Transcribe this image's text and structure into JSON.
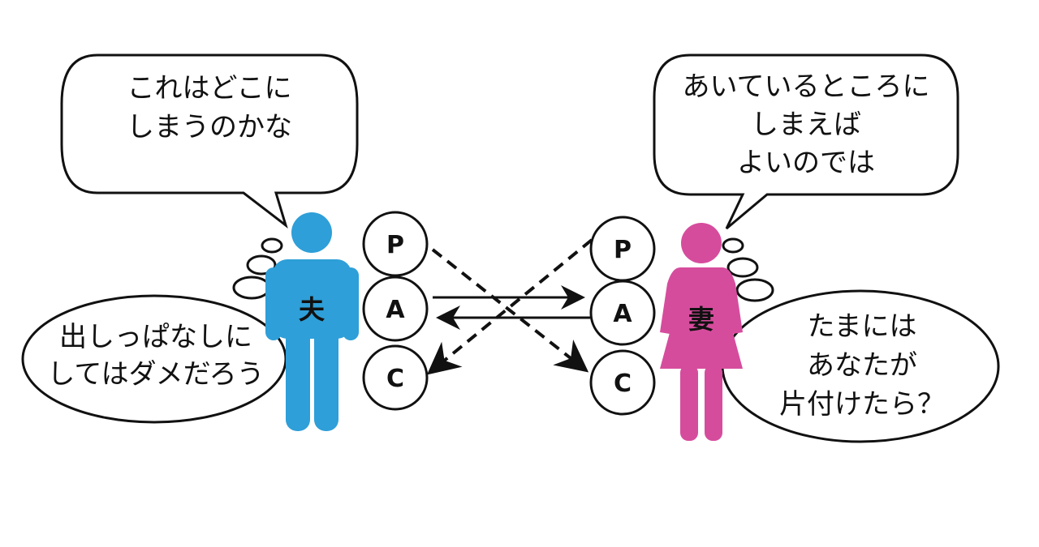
{
  "colors": {
    "husband": "#2E9FD8",
    "wife": "#D64C9D",
    "line": "#111111",
    "bubble_fill": "#ffffff"
  },
  "husband": {
    "label": "夫",
    "speech": [
      "これはどこに",
      "しまうのかな"
    ],
    "thought": [
      "出しっぱなしに",
      "してはダメだろう"
    ]
  },
  "wife": {
    "label": "妻",
    "speech": [
      "あいているところに",
      "しまえば",
      "よいのでは"
    ],
    "thought": [
      "たまには",
      "あなたが",
      "片付けたら？"
    ]
  },
  "ego_states": {
    "left": [
      "P",
      "A",
      "C"
    ],
    "right": [
      "P",
      "A",
      "C"
    ]
  },
  "transactions": [
    {
      "from": "left.P",
      "to": "right.C",
      "style": "dashed"
    },
    {
      "from": "right.P",
      "to": "left.C",
      "style": "dashed"
    },
    {
      "from": "left.A",
      "to": "right.A",
      "style": "solid"
    },
    {
      "from": "right.A",
      "to": "left.A",
      "style": "solid"
    }
  ],
  "icons": [
    "man-icon",
    "woman-icon",
    "speech-bubble-icon",
    "thought-bubble-icon"
  ]
}
